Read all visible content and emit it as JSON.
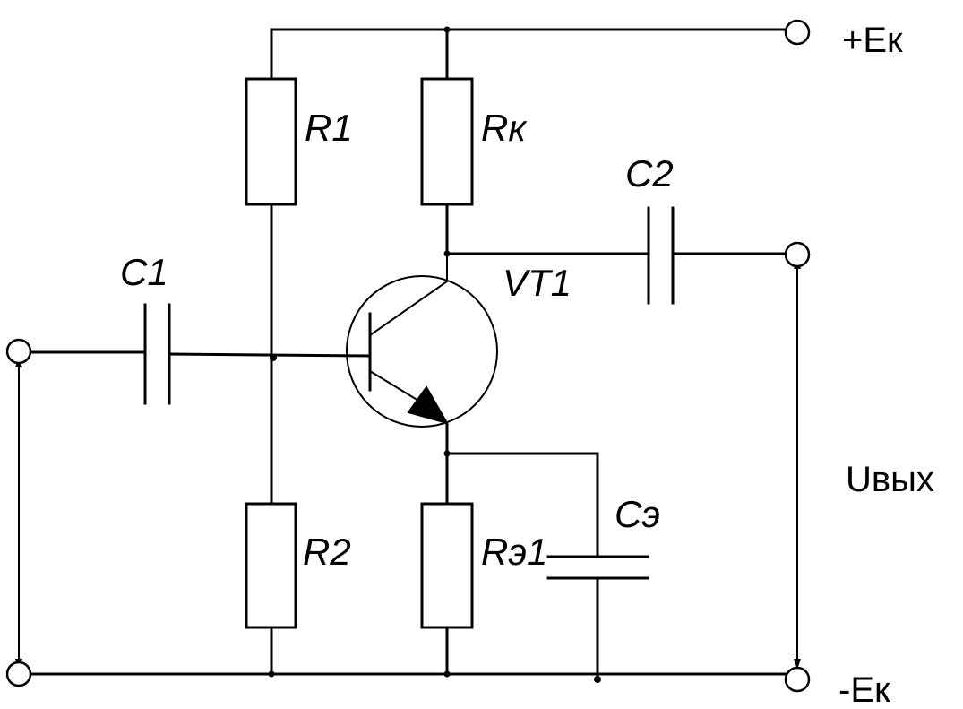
{
  "labels": {
    "r1": "R1",
    "rk": "Rк",
    "r2": "R2",
    "re1": "Rэ1",
    "c1": "C1",
    "c2": "C2",
    "ce": "Cэ",
    "vt1": "VT1",
    "vcc_pos": "+Eк",
    "vcc_neg": "-Eк",
    "uout": "Uвых"
  }
}
